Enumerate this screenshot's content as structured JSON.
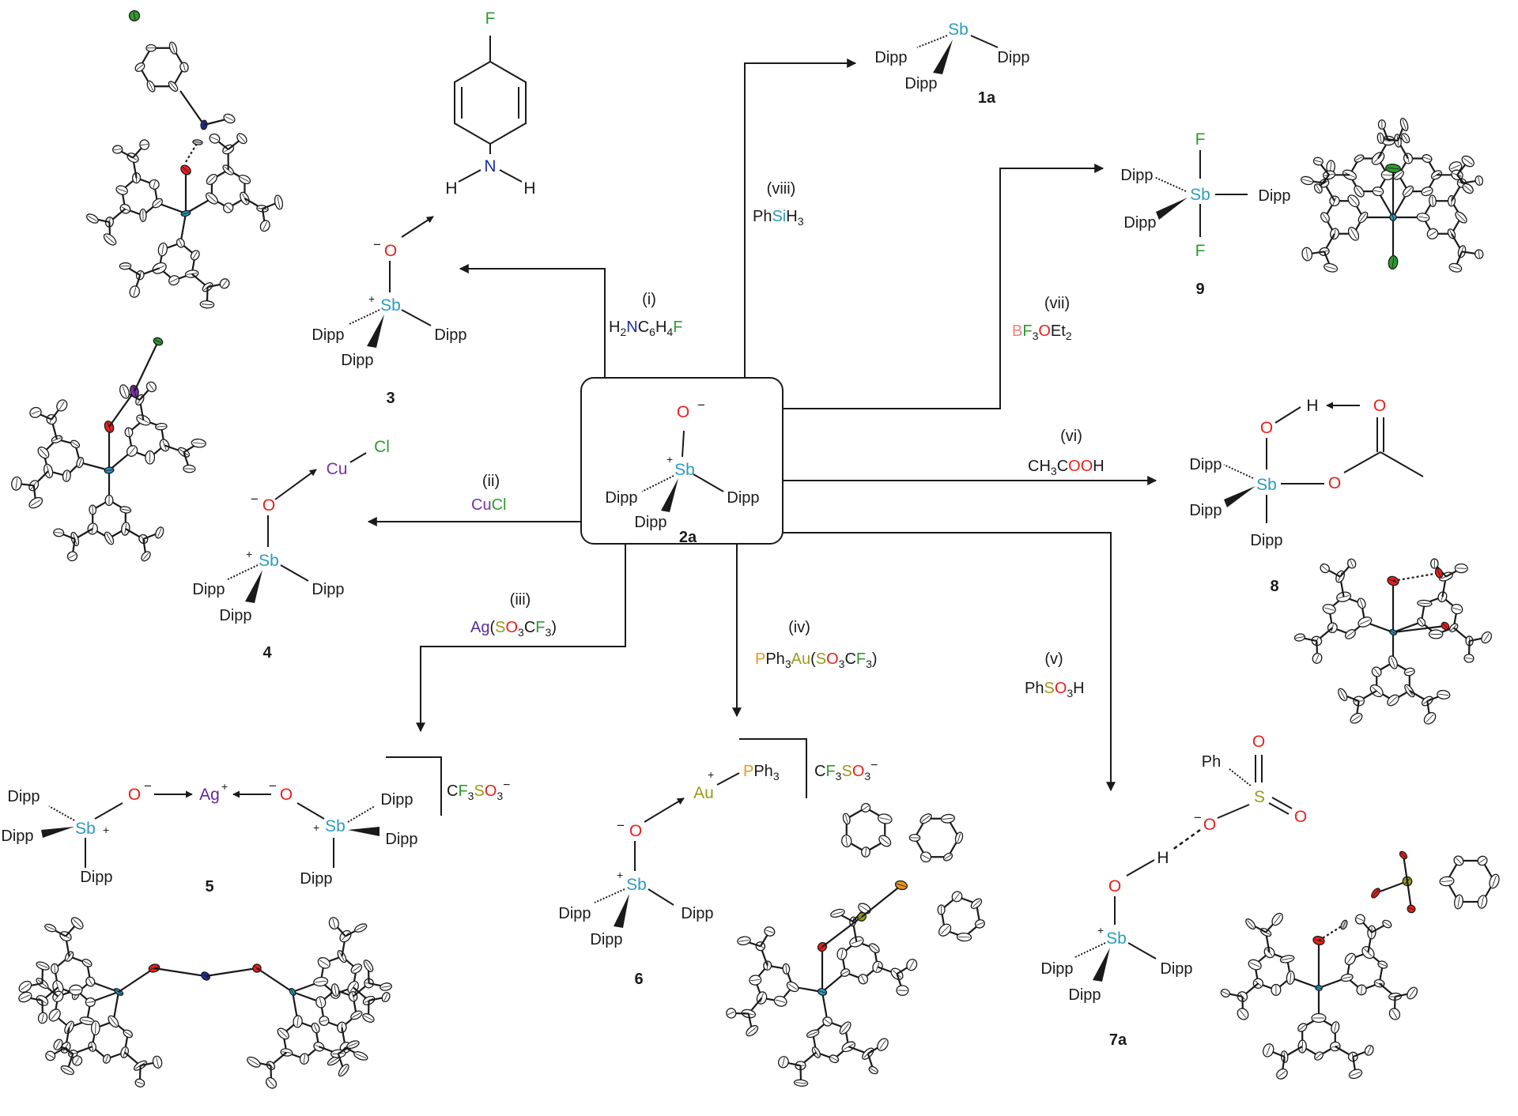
{
  "colors": {
    "sb": "#2a9bbf",
    "o": "#e8201c",
    "n": "#1c2fa8",
    "f": "#2e9a2e",
    "cl": "#2e9a2e",
    "cu": "#7b2fa8",
    "ag": "#5a2ba0",
    "s": "#9a9a1a",
    "p": "#e89520",
    "au": "#9a9a1a",
    "si": "#2a9bbf",
    "b": "#f08080",
    "ink": "#1a1a1a"
  },
  "labels": {
    "dipp": "Dipp",
    "sb": "Sb",
    "o": "O",
    "minus": "−",
    "plus": "+",
    "f": "F",
    "n": "N",
    "h": "H",
    "cu": "Cu",
    "cl": "Cl",
    "ag": "Ag",
    "au": "Au",
    "pph": "PPh",
    "three": "3",
    "ph": "Ph",
    "s": "S"
  },
  "center": {
    "compound": "2a"
  },
  "compounds": {
    "c3": "3",
    "c4": "4",
    "c5": "5",
    "c6": "6",
    "c7a": "7a",
    "c8": "8",
    "c9": "9",
    "c1a": "1a"
  },
  "counterions": {
    "c5": "CF3SO3−",
    "c6": "CF3SO3−"
  },
  "reactions": [
    {
      "id": "i",
      "num": "(i)",
      "reagent": "H2NC6H4F"
    },
    {
      "id": "ii",
      "num": "(ii)",
      "reagent": "CuCl"
    },
    {
      "id": "iii",
      "num": "(iii)",
      "reagent": "Ag(SO3CF3)"
    },
    {
      "id": "iv",
      "num": "(iv)",
      "reagent": "PPh3Au(SO3CF3)"
    },
    {
      "id": "v",
      "num": "(v)",
      "reagent": "PhSO3H"
    },
    {
      "id": "vi",
      "num": "(vi)",
      "reagent": "CH3COOH"
    },
    {
      "id": "vii",
      "num": "(vii)",
      "reagent": "BF3OEt2"
    },
    {
      "id": "viii",
      "num": "(viii)",
      "reagent": "PhSiH3"
    }
  ]
}
